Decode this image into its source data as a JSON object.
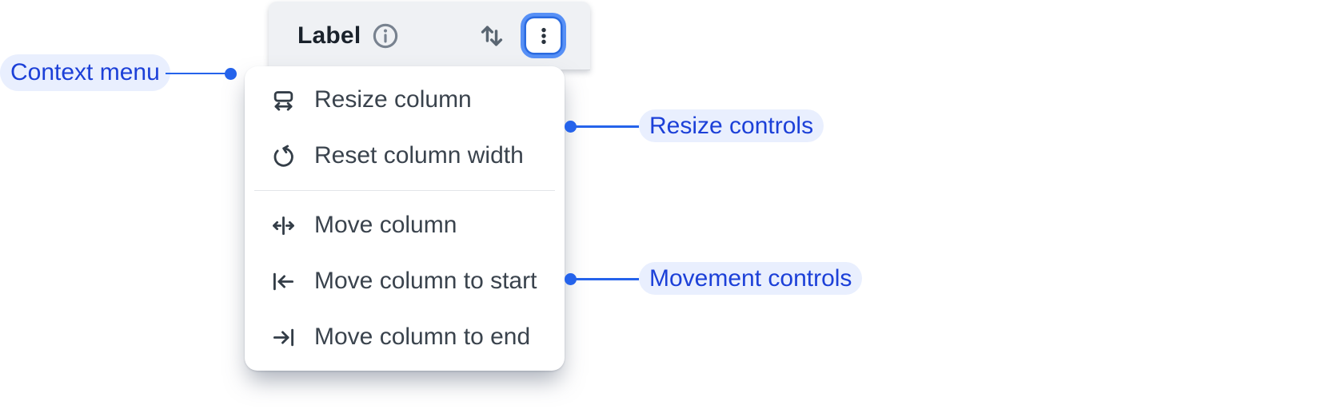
{
  "header": {
    "label": "Label",
    "info_icon": "info-circle-icon",
    "sort_icon": "sort-arrows-icon",
    "menu_button_icon": "kebab-menu-icon"
  },
  "context_menu": {
    "items": [
      {
        "icon": "resize-column-icon",
        "label": "Resize column"
      },
      {
        "icon": "reset-column-width-icon",
        "label": "Reset column width"
      },
      {
        "icon": "move-column-icon",
        "label": "Move column"
      },
      {
        "icon": "move-column-to-start-icon",
        "label": "Move column to start"
      },
      {
        "icon": "move-column-to-end-icon",
        "label": "Move column to end"
      }
    ],
    "divider_after_index": 1
  },
  "annotations": {
    "context_menu": {
      "label": "Context menu"
    },
    "resize_controls": {
      "label": "Resize controls"
    },
    "movement_controls": {
      "label": "Movement controls"
    }
  },
  "colors": {
    "annotation_blue_text": "#1c40d8",
    "annotation_line": "#2563eb",
    "annotation_pill_bg": "#e9effe",
    "focus_ring_outer": "#5790f6",
    "focus_ring_inner": "#2b6be0",
    "header_bg": "#eff1f4",
    "menu_bg": "#ffffff",
    "menu_text": "#3a434d",
    "menu_icon": "#333d47",
    "divider": "#e2e5e9",
    "header_label_text": "#1a222b",
    "gray_icon": "#5a6672"
  }
}
